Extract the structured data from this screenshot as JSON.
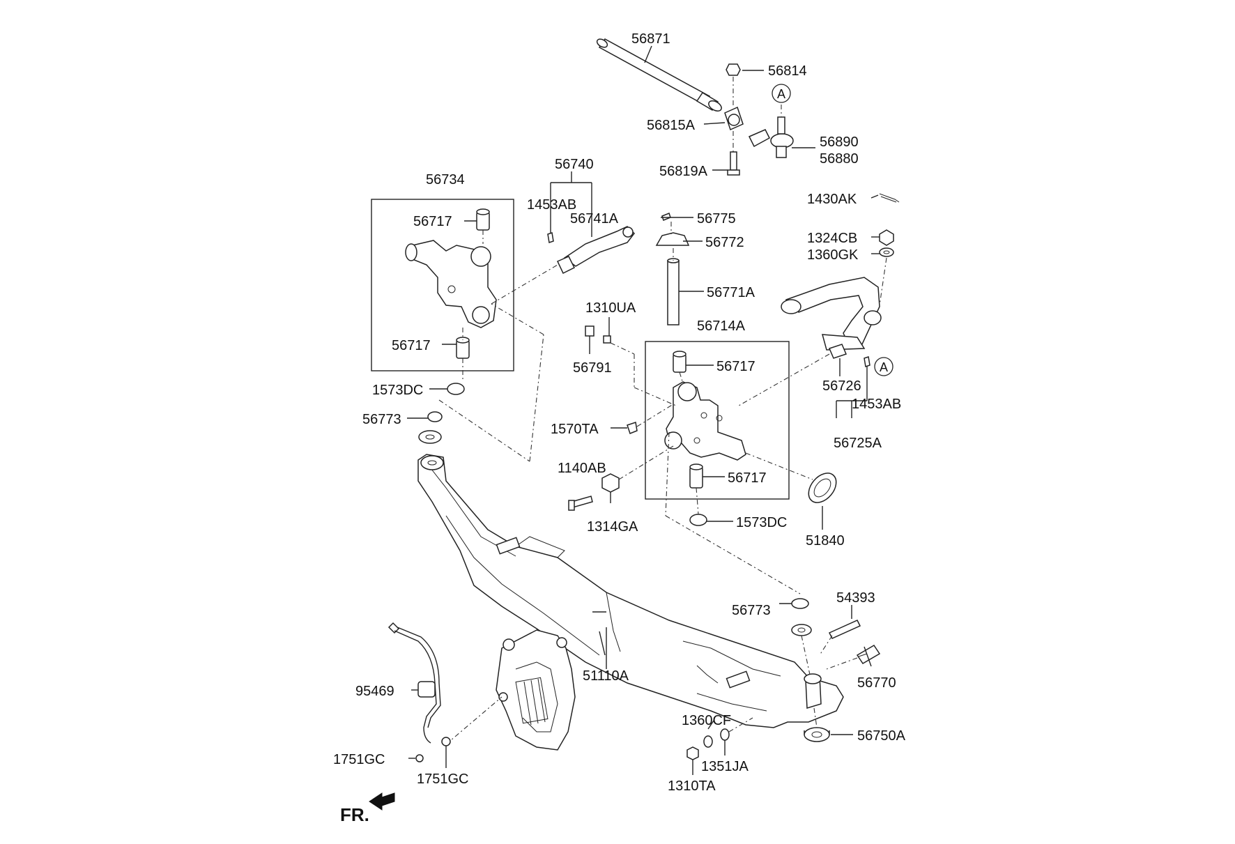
{
  "labels": {
    "l56871": "56871",
    "l56814": "56814",
    "l56815A": "56815A",
    "l56890": "56890",
    "l56880": "56880",
    "l56819A": "56819A",
    "l56734": "56734",
    "l56740": "56740",
    "l1453AB_top": "1453AB",
    "l56741A": "56741A",
    "l56717_a": "56717",
    "l56717_b": "56717",
    "l1573DC_left": "1573DC",
    "l56773_left": "56773",
    "l56775": "56775",
    "l56772": "56772",
    "l56771A": "56771A",
    "l1310UA": "1310UA",
    "l56714A": "56714A",
    "l56791": "56791",
    "l56717_c": "56717",
    "l1570TA": "1570TA",
    "l1140AB": "1140AB",
    "l56717_d": "56717",
    "l1314GA": "1314GA",
    "l1573DC_right": "1573DC",
    "l1430AK": "1430AK",
    "l1324CB": "1324CB",
    "l1360GK": "1360GK",
    "l56726": "56726",
    "l1453AB_right": "1453AB",
    "l56725A": "56725A",
    "l51840": "51840",
    "l56773_right": "56773",
    "l54393": "54393",
    "l56770": "56770",
    "l51110A": "51110A",
    "l95469": "95469",
    "l1751GC_a": "1751GC",
    "l1751GC_b": "1751GC",
    "l1360CF": "1360CF",
    "l1351JA": "1351JA",
    "l1310TA": "1310TA",
    "l56750A": "56750A",
    "fr": "FR."
  },
  "callouts": {
    "a_top": "A",
    "a_right": "A"
  }
}
